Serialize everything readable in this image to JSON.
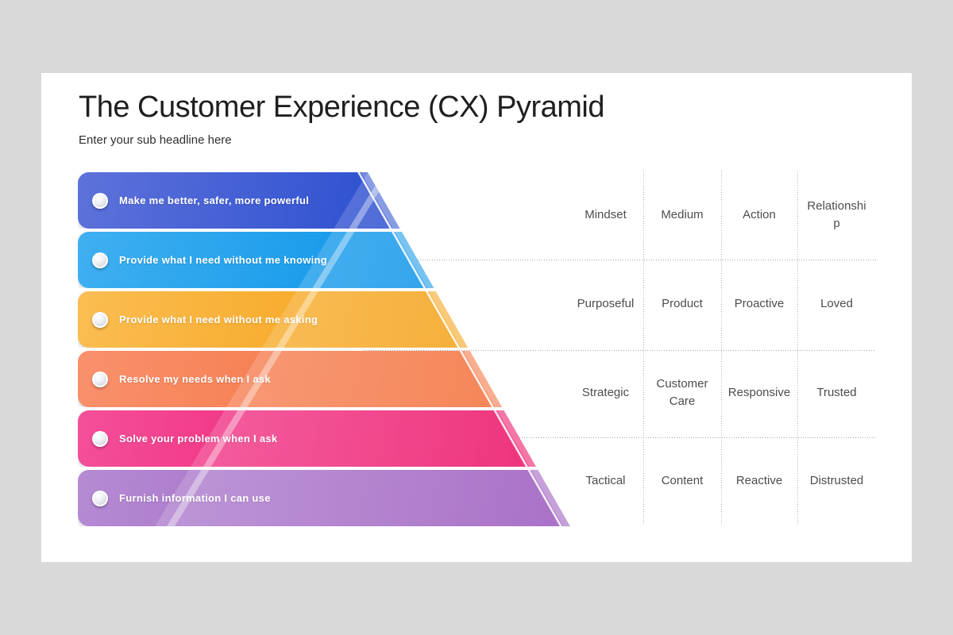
{
  "header": {
    "title": "The Customer Experience (CX) Pyramid",
    "subtitle": "Enter your sub headline here"
  },
  "pyramid": {
    "levels": [
      {
        "label": "Make me better, safer, more powerful",
        "color": "#3b57d3"
      },
      {
        "label": "Provide what I need without me knowing",
        "color": "#1fa1ec"
      },
      {
        "label": "Provide what I need without me asking",
        "color": "#f8ab27"
      },
      {
        "label": "Resolve my needs when I ask",
        "color": "#f67d4a"
      },
      {
        "label": "Solve your problem when I ask",
        "color": "#ef2277"
      },
      {
        "label": "Furnish information I can use",
        "color": "#a76cc8"
      }
    ]
  },
  "table": {
    "rows": [
      {
        "cells": [
          "Mindset",
          "Medium",
          "Action",
          "Relationship"
        ]
      },
      {
        "cells": [
          "Purposeful",
          "Product",
          "Proactive",
          "Loved"
        ]
      },
      {
        "cells": [
          "Strategic",
          "Customer Care",
          "Responsive",
          "Trusted"
        ]
      },
      {
        "cells": [
          "Tactical",
          "Content",
          "Reactive",
          "Distrusted"
        ]
      }
    ]
  },
  "colors": {
    "background": "#d9d9d9",
    "card": "#ffffff",
    "divider": "#a6a6a6",
    "table_text": "#4d4d4d"
  }
}
